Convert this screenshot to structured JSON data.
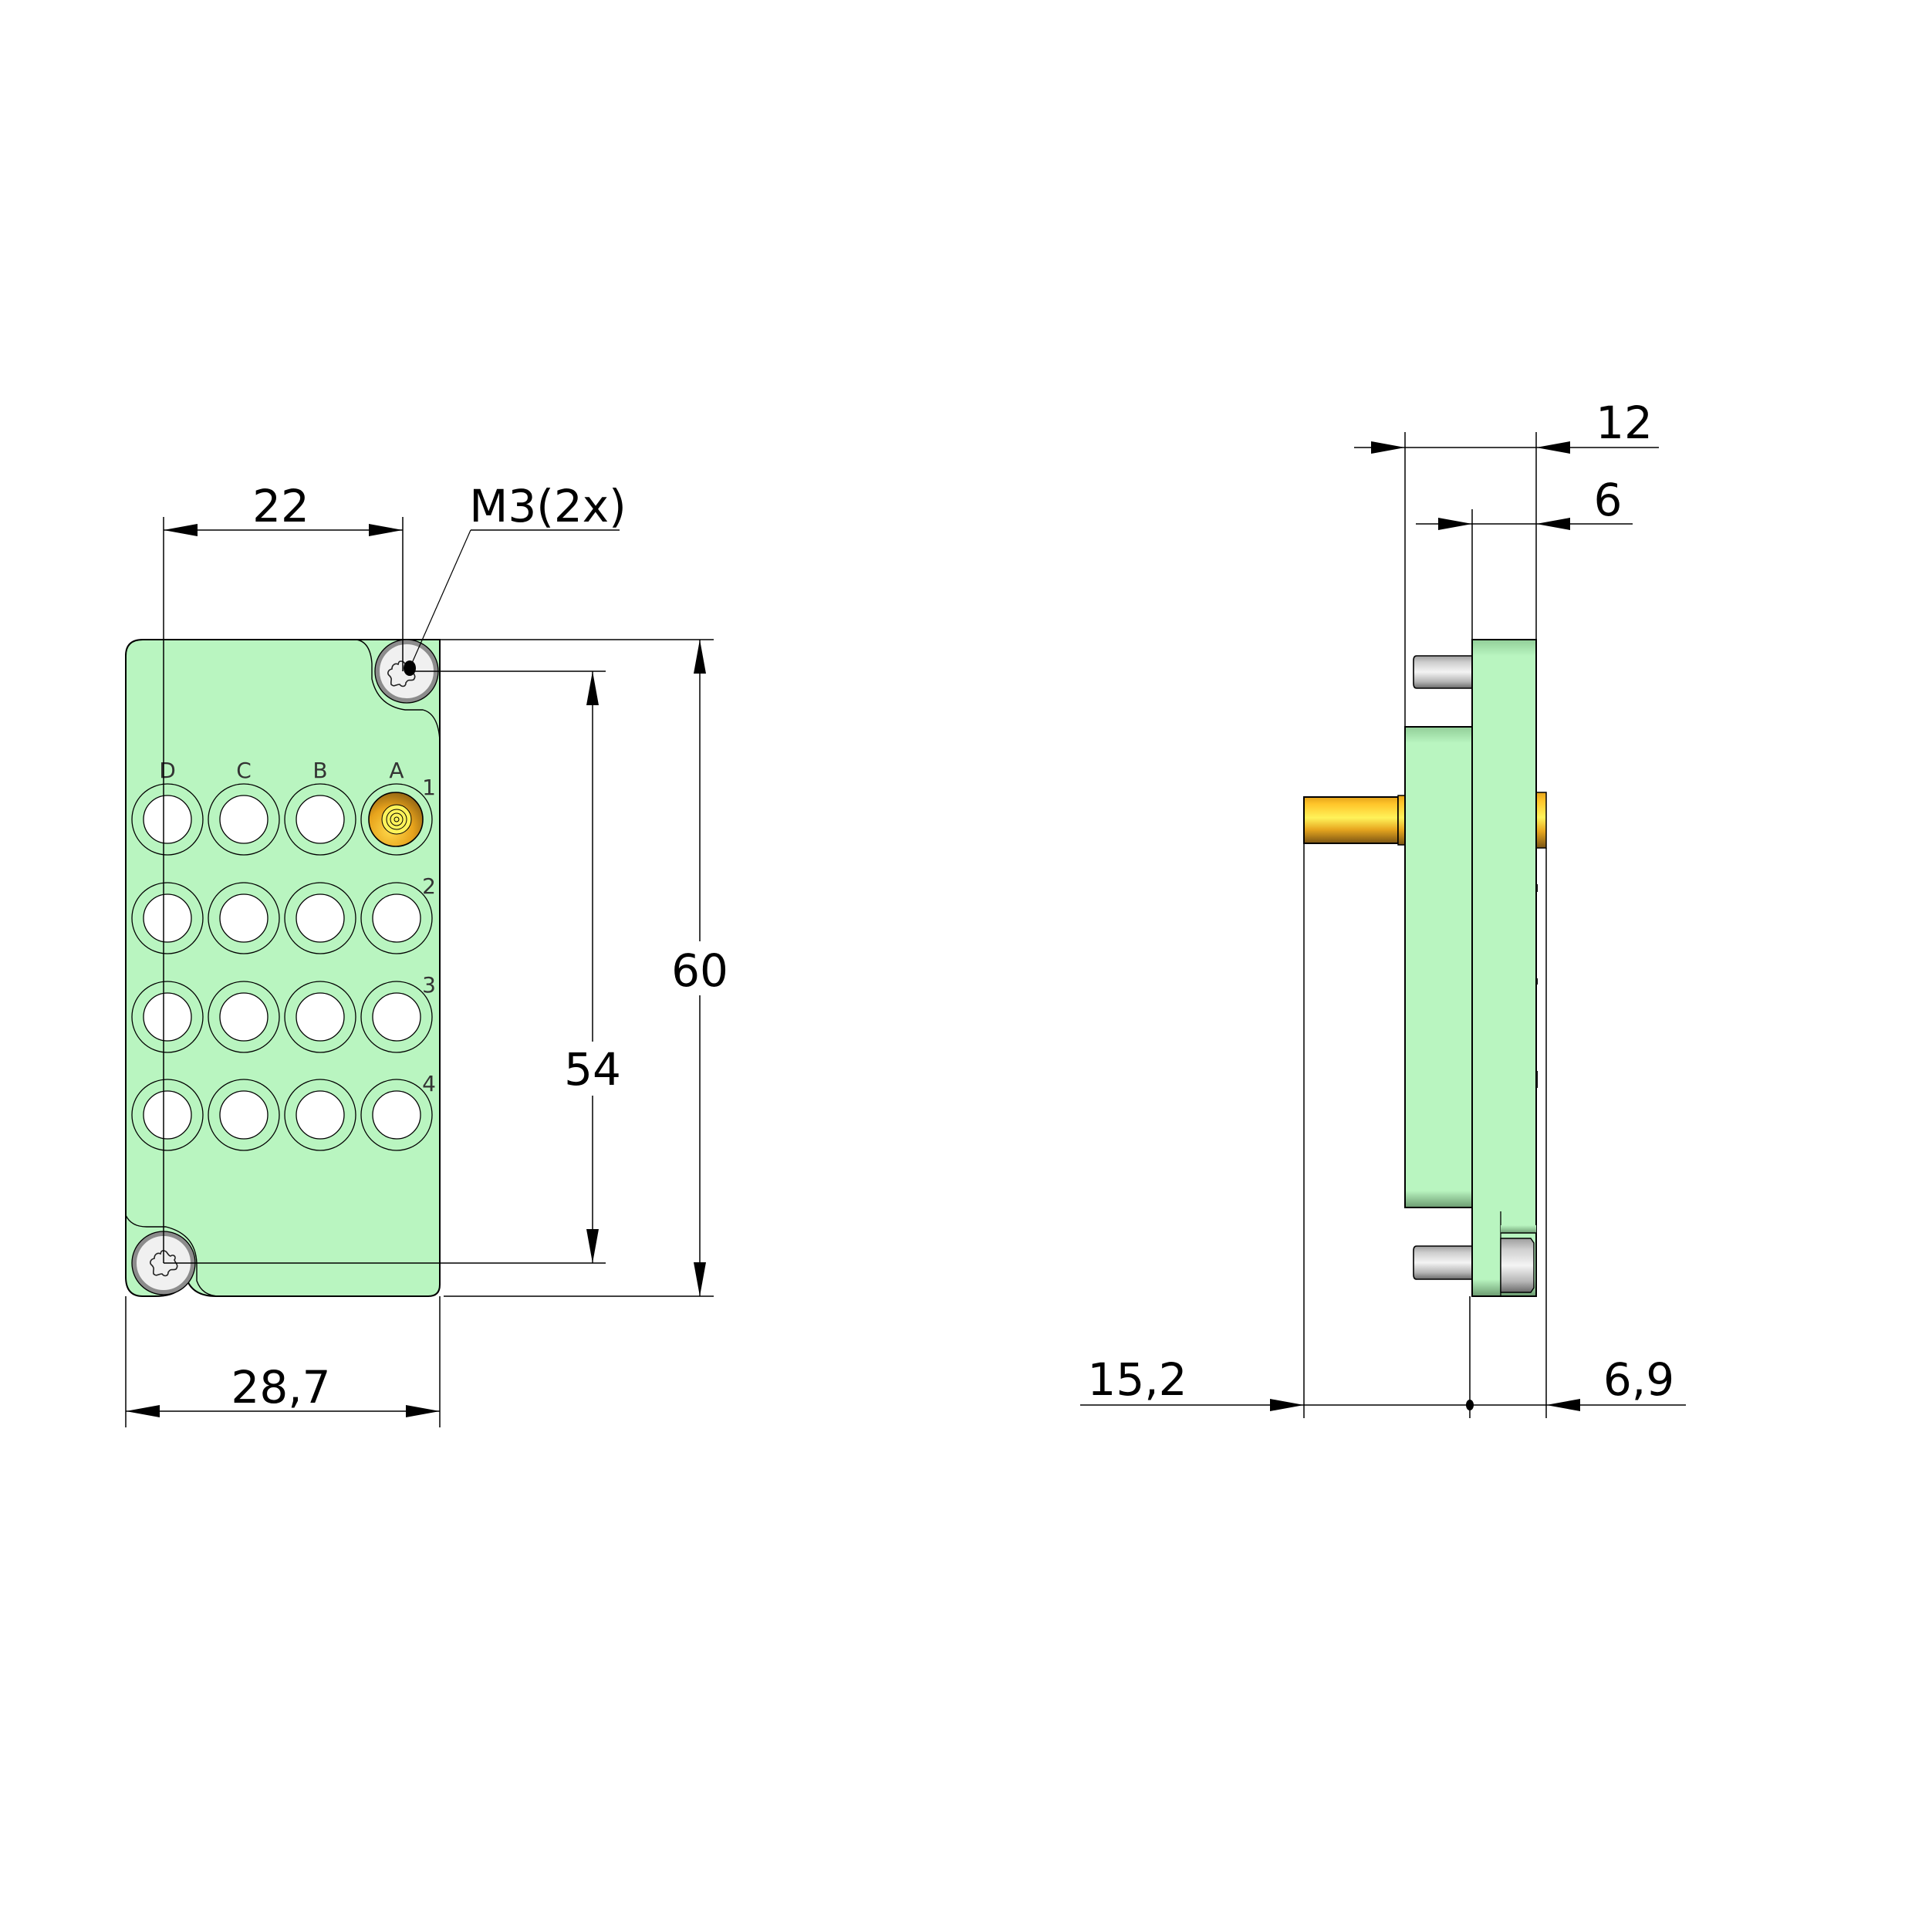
{
  "drawing": {
    "type": "technical-drawing",
    "views": [
      "front-view",
      "side-view"
    ],
    "colors": {
      "body": "#b9f5c0",
      "body_shade": "#97d39e",
      "contact_gold": "#f2b51f",
      "contact_gold_light": "#fff35a",
      "pin_gray": "#c9c9c9",
      "screw_face": "#f0f0f0",
      "line": "#000000"
    }
  },
  "front_view": {
    "column_labels": [
      "D",
      "C",
      "B",
      "A"
    ],
    "row_labels": [
      "1",
      "2",
      "3",
      "4"
    ],
    "populated_contacts": [
      "A1"
    ],
    "dimensions": {
      "screw_spacing_horizontal": "22",
      "thread_callout": "M3(2x)",
      "overall_height": "60",
      "screw_spacing_vertical": "54",
      "overall_width": "28,7"
    }
  },
  "side_view": {
    "dimensions": {
      "overall_depth": "12",
      "flange_thickness": "6",
      "contact_protrusion_rear": "15,2",
      "contact_protrusion_front": "6,9"
    }
  }
}
